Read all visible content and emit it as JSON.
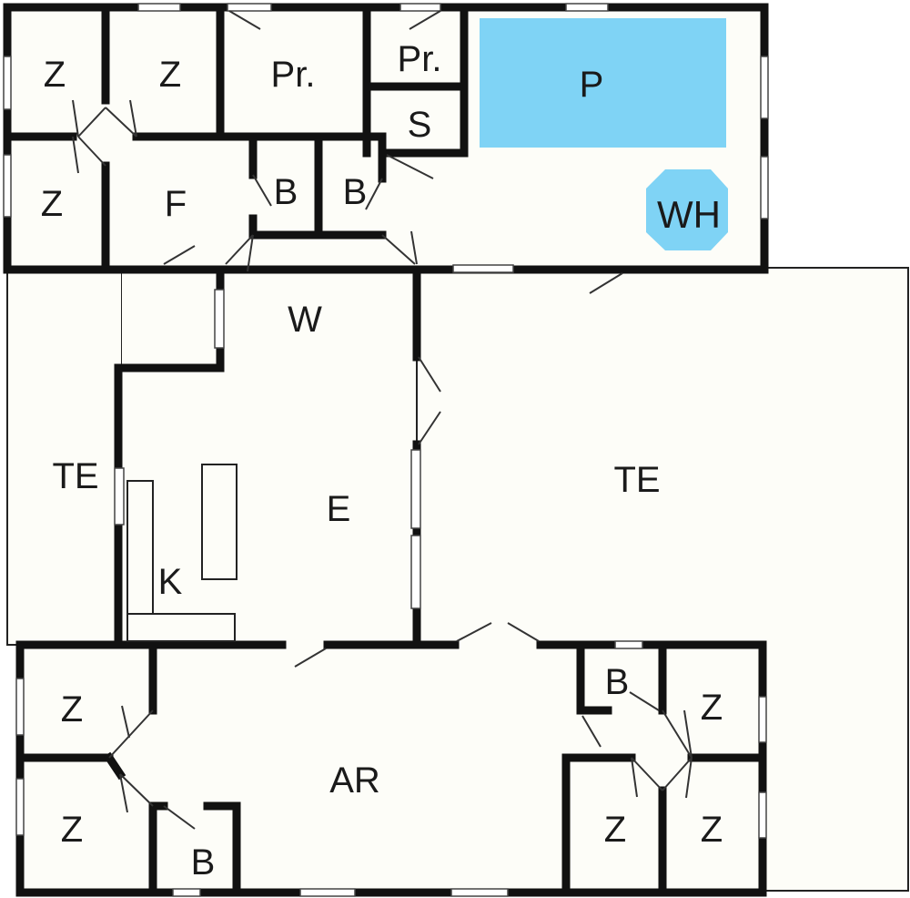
{
  "colors": {
    "floor": "#fdfdf8",
    "walls": "#111111",
    "pool": "#7fd3f5",
    "background": "#ffffff"
  },
  "rooms": {
    "z1": "Z",
    "z2": "Z",
    "z3": "Z",
    "pr1": "Pr.",
    "pr2": "Pr.",
    "pool": "P",
    "sauna": "S",
    "whirlpool": "WH",
    "hall": "F",
    "bath1": "B",
    "bath2": "B",
    "utility": "W",
    "terrace_left": "TE",
    "terrace_right": "TE",
    "dining": "E",
    "kitchen": "K",
    "living": "AR",
    "z4": "Z",
    "z5": "Z",
    "bath3": "B",
    "bath4": "B",
    "z6": "Z",
    "z7": "Z",
    "z8": "Z"
  }
}
